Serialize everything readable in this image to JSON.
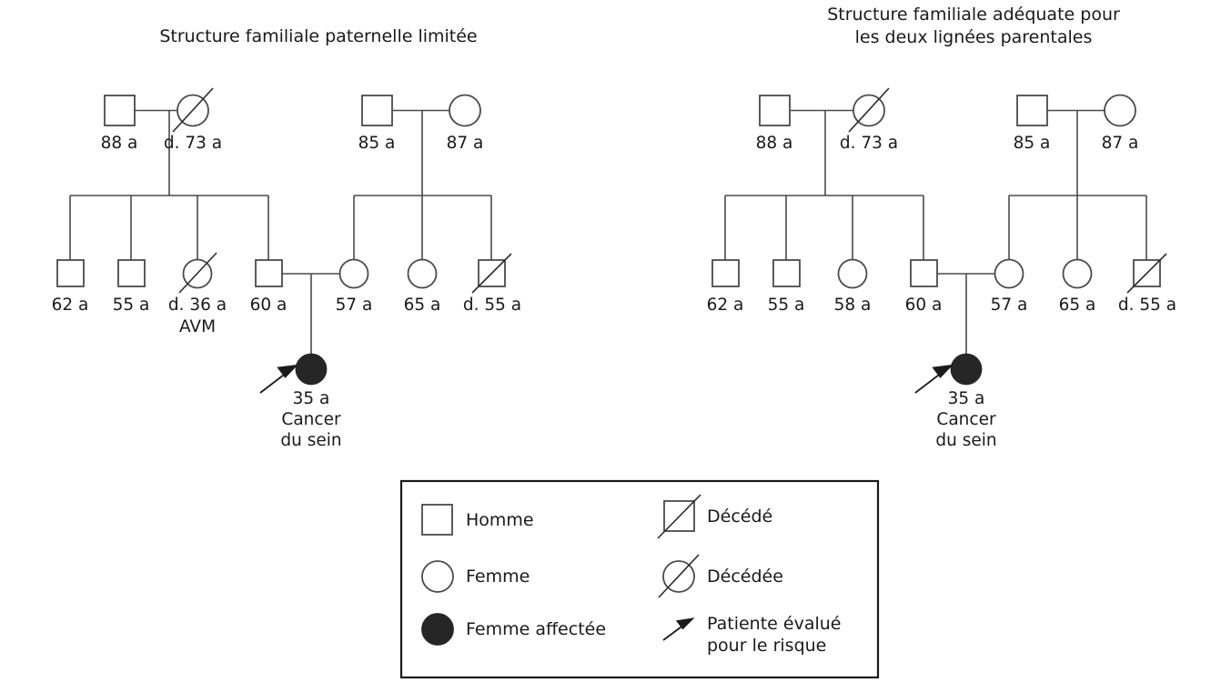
{
  "figure": {
    "type": "pedigree-chart",
    "background": "#ffffff",
    "stroke_color": "#4a4a4a",
    "text_color": "#1a1a1a",
    "affected_fill": "#262626"
  },
  "pedigrees": [
    {
      "id": "left",
      "title": "Structure familiale paternelle limitée",
      "generation1": [
        {
          "symbol": "square",
          "label": "88 a",
          "sex": "male",
          "deceased": false
        },
        {
          "symbol": "circle",
          "label": "d. 73 a",
          "sex": "female",
          "deceased": true
        },
        {
          "symbol": "square",
          "label": "85 a",
          "sex": "male",
          "deceased": false
        },
        {
          "symbol": "circle",
          "label": "87 a",
          "sex": "female",
          "deceased": false
        }
      ],
      "generation2": [
        {
          "symbol": "square",
          "label": "62 a",
          "sex": "male",
          "deceased": false,
          "note": ""
        },
        {
          "symbol": "square",
          "label": "55 a",
          "sex": "male",
          "deceased": false,
          "note": ""
        },
        {
          "symbol": "circle",
          "label": "d. 36 a",
          "sex": "female",
          "deceased": true,
          "note": "AVM"
        },
        {
          "symbol": "square",
          "label": "60 a",
          "sex": "male",
          "deceased": false,
          "note": ""
        },
        {
          "symbol": "circle",
          "label": "57 a",
          "sex": "female",
          "deceased": false,
          "note": ""
        },
        {
          "symbol": "circle",
          "label": "65 a",
          "sex": "female",
          "deceased": false,
          "note": ""
        },
        {
          "symbol": "square",
          "label": "d. 55 a",
          "sex": "male",
          "deceased": true,
          "note": ""
        }
      ],
      "proband": {
        "symbol": "circle-filled",
        "sex": "female",
        "affected": true,
        "label": "35 a\nCancer\ndu sein",
        "arrow": true
      }
    },
    {
      "id": "right",
      "title": "Structure familiale adéquate pour\nles deux lignées parentales",
      "generation1": [
        {
          "symbol": "square",
          "label": "88 a",
          "sex": "male",
          "deceased": false
        },
        {
          "symbol": "circle",
          "label": "d. 73 a",
          "sex": "female",
          "deceased": true
        },
        {
          "symbol": "square",
          "label": "85 a",
          "sex": "male",
          "deceased": false
        },
        {
          "symbol": "circle",
          "label": "87 a",
          "sex": "female",
          "deceased": false
        }
      ],
      "generation2": [
        {
          "symbol": "square",
          "label": "62 a",
          "sex": "male",
          "deceased": false,
          "note": ""
        },
        {
          "symbol": "square",
          "label": "55 a",
          "sex": "male",
          "deceased": false,
          "note": ""
        },
        {
          "symbol": "circle",
          "label": "58 a",
          "sex": "female",
          "deceased": false,
          "note": ""
        },
        {
          "symbol": "square",
          "label": "60 a",
          "sex": "male",
          "deceased": false,
          "note": ""
        },
        {
          "symbol": "circle",
          "label": "57 a",
          "sex": "female",
          "deceased": false,
          "note": ""
        },
        {
          "symbol": "circle",
          "label": "65 a",
          "sex": "female",
          "deceased": false,
          "note": ""
        },
        {
          "symbol": "square",
          "label": "d. 55 a",
          "sex": "male",
          "deceased": true,
          "note": ""
        }
      ],
      "proband": {
        "symbol": "circle-filled",
        "sex": "female",
        "affected": true,
        "label": "35 a\nCancer\ndu sein",
        "arrow": true
      }
    }
  ],
  "legend": {
    "items_left": [
      {
        "icon": "square-icon",
        "label": "Homme"
      },
      {
        "icon": "circle-icon",
        "label": "Femme"
      },
      {
        "icon": "filled-circle-icon",
        "label": "Femme affectée"
      }
    ],
    "items_right": [
      {
        "icon": "slashed-square-icon",
        "label": "Décédé"
      },
      {
        "icon": "slashed-circle-icon",
        "label": "Décédée"
      },
      {
        "icon": "arrow-icon",
        "label": "Patiente évalué\npour le risque"
      }
    ]
  }
}
